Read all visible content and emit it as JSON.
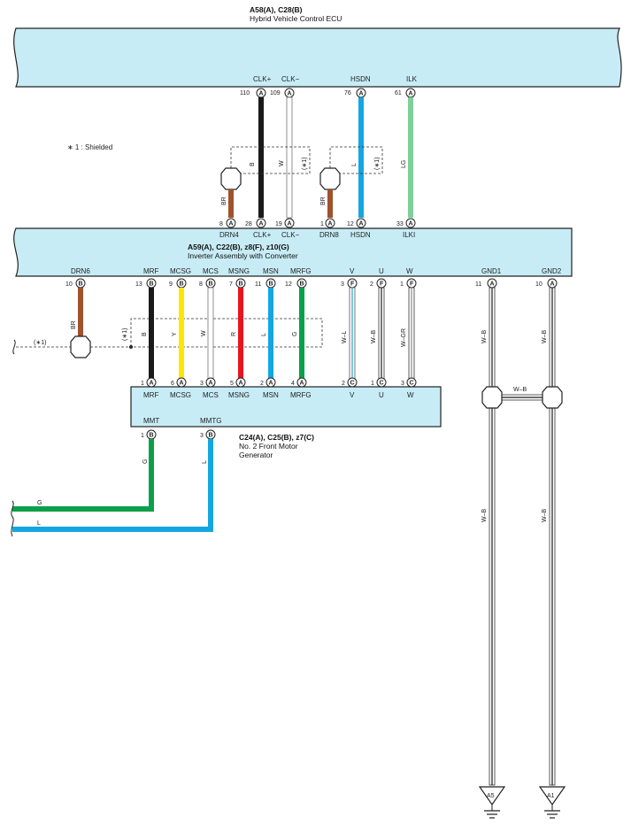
{
  "ecu": {
    "code": "A58(A), C28(B)",
    "name": "Hybrid Vehicle Control ECU"
  },
  "inverter": {
    "code": "A59(A), C22(B), z8(F), z10(G)",
    "name": "Inverter Assembly with Converter"
  },
  "generator": {
    "code": "C24(A), C25(B), z7(C)",
    "name1": "No. 2 Front Motor",
    "name2": "Generator"
  },
  "note": "∗ 1 : Shielded",
  "shield_tag": "(∗1)",
  "ecu_pins": [
    {
      "name": "CLK+",
      "num": "110",
      "conn": "A"
    },
    {
      "name": "CLK−",
      "num": "109",
      "conn": "A"
    },
    {
      "name": "HSDN",
      "num": "76",
      "conn": "A"
    },
    {
      "name": "ILK",
      "num": "61",
      "conn": "A"
    }
  ],
  "inv_top_pins": [
    {
      "name": "DRN4",
      "num": "8",
      "conn": "A"
    },
    {
      "name": "CLK+",
      "num": "28",
      "conn": "A"
    },
    {
      "name": "CLK−",
      "num": "19",
      "conn": "A"
    },
    {
      "name": "DRN8",
      "num": "1",
      "conn": "A"
    },
    {
      "name": "HSDN",
      "num": "12",
      "conn": "A"
    },
    {
      "name": "ILKI",
      "num": "33",
      "conn": "A"
    }
  ],
  "inv_bottom_pins": [
    {
      "name": "DRN6",
      "num": "10",
      "conn": "B"
    },
    {
      "name": "MRF",
      "num": "13",
      "conn": "B"
    },
    {
      "name": "MCSG",
      "num": "9",
      "conn": "B"
    },
    {
      "name": "MCS",
      "num": "8",
      "conn": "B"
    },
    {
      "name": "MSNG",
      "num": "7",
      "conn": "B"
    },
    {
      "name": "MSN",
      "num": "11",
      "conn": "B"
    },
    {
      "name": "MRFG",
      "num": "12",
      "conn": "B"
    },
    {
      "name": "V",
      "num": "3",
      "conn": "F"
    },
    {
      "name": "U",
      "num": "2",
      "conn": "F"
    },
    {
      "name": "W",
      "num": "1",
      "conn": "F"
    },
    {
      "name": "GND1",
      "num": "11",
      "conn": "A"
    },
    {
      "name": "GND2",
      "num": "10",
      "conn": "A"
    }
  ],
  "gen_top_pins": [
    {
      "name": "MRF",
      "num": "1",
      "conn": "A"
    },
    {
      "name": "MCSG",
      "num": "6",
      "conn": "A"
    },
    {
      "name": "MCS",
      "num": "3",
      "conn": "A"
    },
    {
      "name": "MSNG",
      "num": "5",
      "conn": "A"
    },
    {
      "name": "MSN",
      "num": "2",
      "conn": "A"
    },
    {
      "name": "MRFG",
      "num": "4",
      "conn": "A"
    },
    {
      "name": "V",
      "num": "2",
      "conn": "C"
    },
    {
      "name": "U",
      "num": "1",
      "conn": "C"
    },
    {
      "name": "W",
      "num": "3",
      "conn": "C"
    }
  ],
  "gen_bottom_pins": [
    {
      "name": "MMT",
      "num": "1",
      "conn": "B"
    },
    {
      "name": "MMTG",
      "num": "3",
      "conn": "B"
    }
  ],
  "wire_colors": {
    "BR": "BR",
    "B": "B",
    "W": "W",
    "L": "L",
    "LG": "LG",
    "Y": "Y",
    "R": "R",
    "G": "G",
    "W-L": "W–L",
    "W-B": "W–B",
    "W-GR": "W–GR"
  },
  "grounds": [
    "A5",
    "A1"
  ],
  "colors": {
    "box_fill": "#c8ecf6",
    "black": "#1a1a1a",
    "brown": "#a0522d",
    "blue": "#14a6e0",
    "light_green": "#7fcf9a",
    "yellow": "#ffe600",
    "red": "#e8141e",
    "green": "#0aa04a"
  }
}
